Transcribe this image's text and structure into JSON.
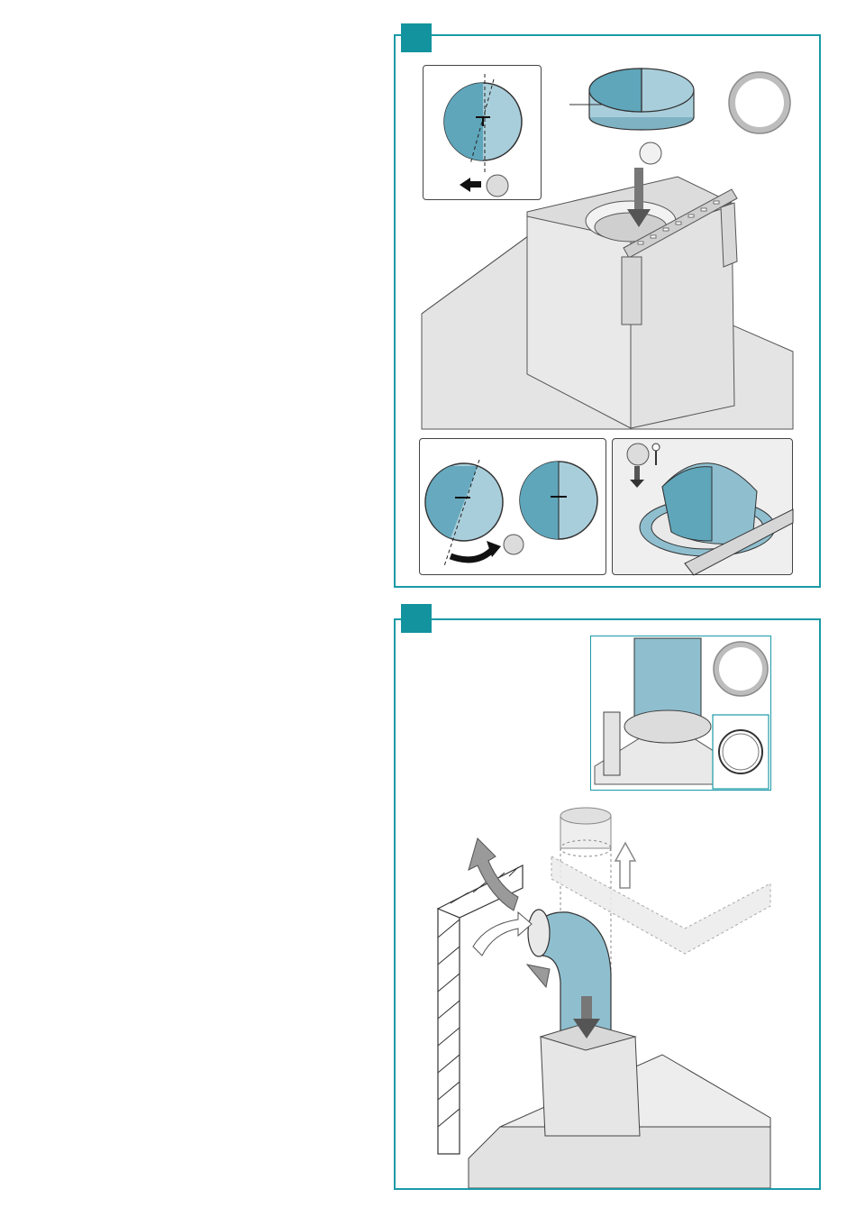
{
  "page": {
    "background": "#ffffff"
  },
  "colors": {
    "panel_border": "#1a9aa6",
    "step_badge": "#13939e",
    "flap_dark": "#5fa6bb",
    "flap_light": "#a9cedb",
    "duct_blue": "#8fbfcf",
    "arrow_gray": "#8c8c8c",
    "hood_gray": "#e6e6e6"
  },
  "steps": [
    {
      "id": "step-1",
      "icons": [
        "non-return-flap",
        "rotate-arrow-icon",
        "screw-icon",
        "ring-icon",
        "down-arrow-icon"
      ]
    },
    {
      "id": "step-2",
      "icons": [
        "duct-pipe",
        "clamp-ring-icon",
        "wall-outlet",
        "up-arrow-icon",
        "curved-arrow-icon"
      ]
    }
  ]
}
